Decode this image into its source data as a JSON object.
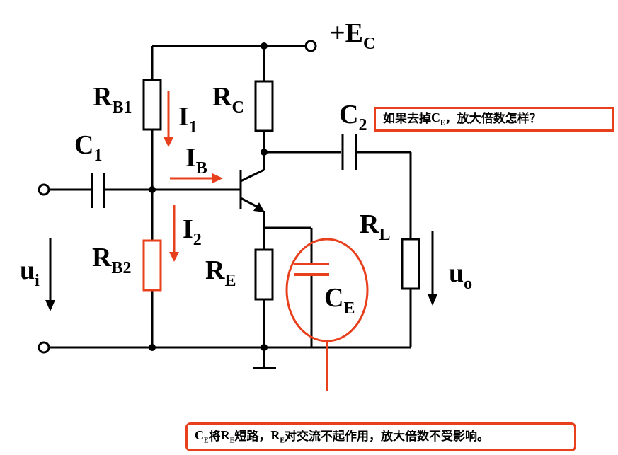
{
  "colors": {
    "wire": "#000000",
    "accent": "#e8401c"
  },
  "labels": {
    "ec": {
      "main": "+E",
      "sub": "C"
    },
    "rb1": {
      "main": "R",
      "sub": "B1"
    },
    "rc": {
      "main": "R",
      "sub": "C"
    },
    "c2": {
      "main": "C",
      "sub": "2"
    },
    "c1": {
      "main": "C",
      "sub": "1"
    },
    "i1": {
      "main": "I",
      "sub": "1"
    },
    "ib": {
      "main": "I",
      "sub": "B"
    },
    "i2": {
      "main": "I",
      "sub": "2"
    },
    "rb2": {
      "main": "R",
      "sub": "B2"
    },
    "re": {
      "main": "R",
      "sub": "E"
    },
    "ce": {
      "main": "C",
      "sub": "E"
    },
    "rl": {
      "main": "R",
      "sub": "L"
    },
    "ui": {
      "main": "u",
      "sub": "i"
    },
    "uo": {
      "main": "u",
      "sub": "o"
    }
  },
  "question_note": {
    "text_before": "如果去掉",
    "ce_main": "C",
    "ce_sub": "E",
    "text_after": "，放大倍数怎样？"
  },
  "answer_note": {
    "ce_main": "C",
    "ce_sub": "E",
    "t1": "将",
    "re_main": "R",
    "re_sub": "E",
    "t2": "短路，",
    "re2_main": "R",
    "re2_sub": "E",
    "t3": "对交流不起作用，放大倍数不受影响。"
  }
}
